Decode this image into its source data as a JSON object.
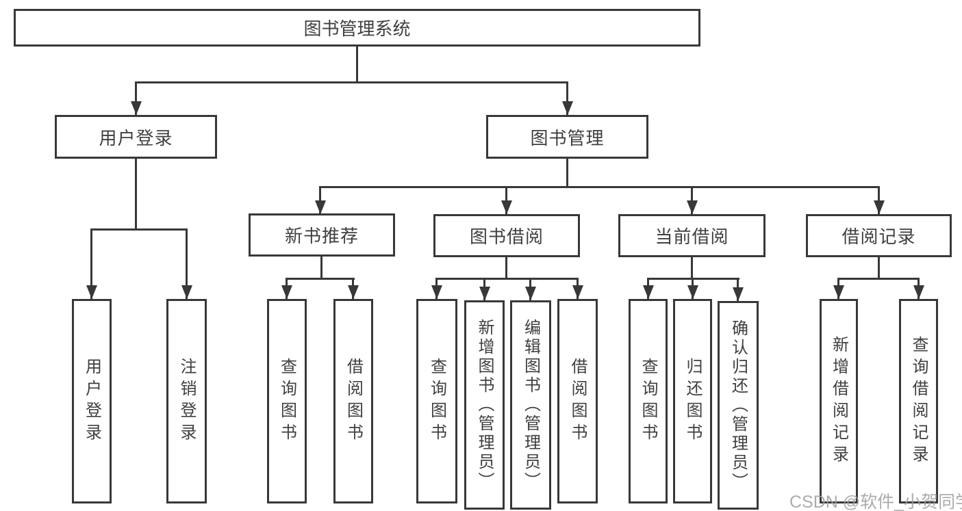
{
  "diagram": {
    "title": "图书管理系统",
    "level2": {
      "user_login": "用户登录",
      "book_management": "图书管理"
    },
    "level3": {
      "new_book_recommend": "新书推荐",
      "book_borrowing": "图书借阅",
      "current_borrowing": "当前借阅",
      "borrowing_records": "借阅记录"
    },
    "leaves": {
      "user_login": "用户登录",
      "logout": "注销登录",
      "query_books_1": "查询图书",
      "borrow_books_1": "借阅图书",
      "query_books_2": "查询图书",
      "add_book_admin": "新增图书（管理员）",
      "edit_book_admin": "编辑图书（管理员）",
      "borrow_books_2": "借阅图书",
      "query_books_3": "查询图书",
      "return_book": "归还图书",
      "confirm_return_admin": "确认归还（管理员）",
      "add_borrow_record": "新增借阅记录",
      "query_borrow_record": "查询借阅记录"
    }
  },
  "watermark": {
    "text": "CSDN @软件_小贺同学"
  },
  "colors": {
    "line": "#383838",
    "text": "#3f3f3f",
    "background": "#ffffff",
    "watermark": "#9e9e9e"
  }
}
